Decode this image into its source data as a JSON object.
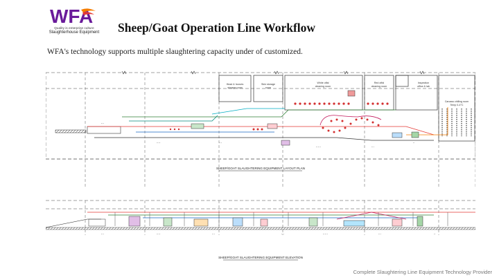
{
  "brand": {
    "logo_text": "WFA",
    "tagline": "Quality is enterprise culture",
    "name": "Slaughterhouse Equipment",
    "colors": {
      "purple": "#6a1b9a",
      "orange": "#f57c00",
      "red": "#e53935"
    }
  },
  "slide": {
    "title": "Sheep/Goat Operation Line Workflow",
    "subtitle": "WFA's technology supports multiple slaughtering capacity under of customized.",
    "footer": "Complete Slaughtering Line Equipment Technology Provider"
  },
  "layout_plan": {
    "caption": "SHEEP/GOAT SLAUGHTERING EQUIPMENT LAYOUT PLAN",
    "rooms": [
      {
        "label": "Head & hooves",
        "label2": "storage room"
      },
      {
        "label": "Skin storage",
        "label2": "room"
      },
      {
        "label": "White offal",
        "label2": "cleaning room"
      },
      {
        "label": "Red offal",
        "label2": "cleaning room"
      },
      {
        "label": "Inspection",
        "label2": "office & lab"
      },
      {
        "label": "Carcass chilling room",
        "label2": "Temp 0-4°C"
      }
    ]
  },
  "elevation": {
    "caption": "SHEEP/GOAT SLAUGHTERING EQUIPMENT ELEVATION"
  }
}
